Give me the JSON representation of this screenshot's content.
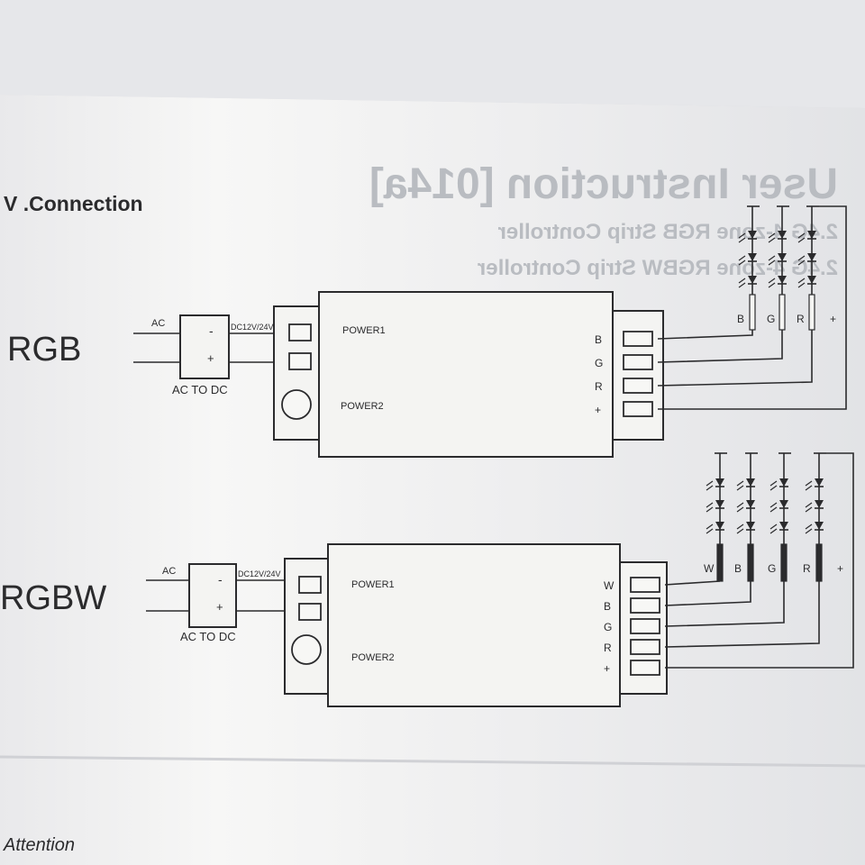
{
  "section_title": "V .Connection",
  "header_ghost": {
    "title": "User Instruction [014a]",
    "line1": "2.4G 4-zone RGB Strip Controller",
    "line2": "2.4G 4-zone RGBW Strip Controller"
  },
  "rgb": {
    "label": "RGB",
    "ac": "AC",
    "dc": "DC12V/24V",
    "minus": "-",
    "plus": "+",
    "converter": "AC TO DC",
    "power1": "POWER1",
    "power2": "POWER2",
    "outputs": [
      "B",
      "G",
      "R",
      "+"
    ],
    "strip_labels": [
      "B",
      "G",
      "R",
      "+"
    ]
  },
  "rgbw": {
    "label": "RGBW",
    "ac": "AC",
    "dc": "DC12V/24V",
    "minus": "-",
    "plus": "+",
    "converter": "AC TO DC",
    "power1": "POWER1",
    "power2": "POWER2",
    "outputs": [
      "W",
      "B",
      "G",
      "R",
      "+"
    ],
    "strip_labels": [
      "W",
      "B",
      "G",
      "R",
      "+"
    ]
  },
  "footer": "Attention",
  "colors": {
    "paper": "#f2f2f0",
    "ink": "#2b2b2d",
    "shadow": "#c9cbd0"
  }
}
